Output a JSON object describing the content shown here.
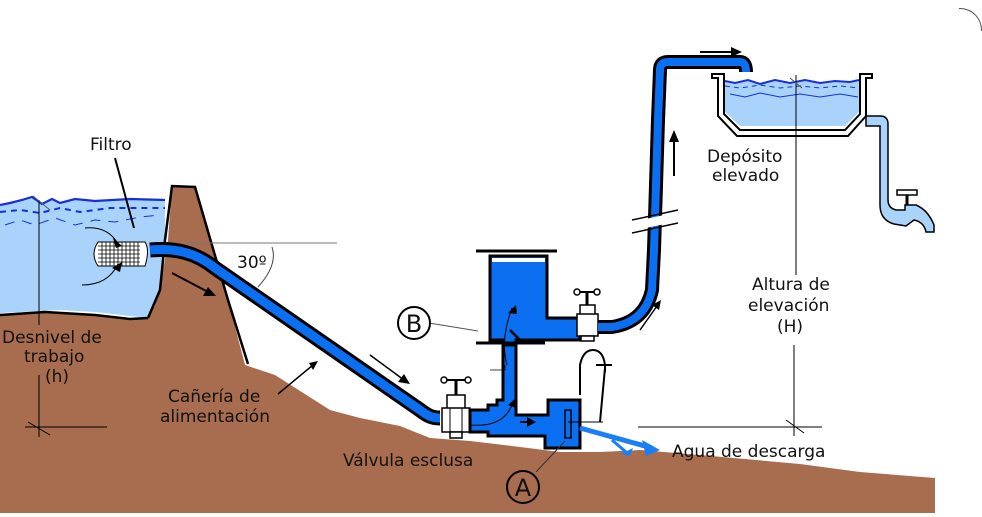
{
  "title": "Bomba de ariete hidráulico",
  "colors": {
    "soil": "#a86c4e",
    "water_light": "#a9d3fb",
    "water_dark": "#0a6ff0",
    "wave_line": "#1430e0",
    "outline": "#000000",
    "background": "#ffffff"
  },
  "labels": {
    "filter": "Filtro",
    "angle": "30º",
    "head_1": "Desnivel de",
    "head_2": "trabajo",
    "head_3": "(h)",
    "feed_pipe_1": "Cañería de",
    "feed_pipe_2": "alimentación",
    "gate_valve": "Válvula esclusa",
    "tank_1": "Depósito",
    "tank_2": "elevado",
    "lift_1": "Altura de",
    "lift_2": "elevación",
    "lift_3": "(H)",
    "discharge": "Agua de descarga",
    "callout_a": "A",
    "callout_b": "B"
  },
  "icons": {
    "filter": "mesh-filter-icon",
    "valve": "gate-valve-icon",
    "faucet": "faucet-icon",
    "flow_arrow": "flow-arrow-icon"
  }
}
